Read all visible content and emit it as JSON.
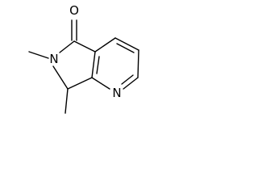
{
  "molecule": {
    "atoms": {
      "carbonyl_oxygen": "O",
      "lactam_nitrogen": "N",
      "pyridine_nitrogen": "N"
    },
    "colors": {
      "bond": "#000000",
      "label": "#000000",
      "background": "#ffffff"
    }
  }
}
